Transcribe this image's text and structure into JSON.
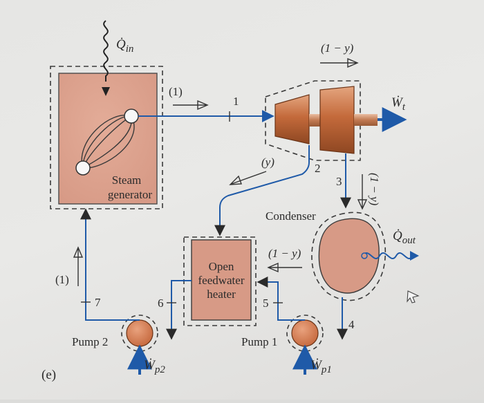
{
  "diagram": {
    "heat_in_label": "Q̇",
    "heat_in_sub": "in",
    "work_out_label": "Ẇ",
    "work_out_sub": "t",
    "heat_out_label": "Q̇",
    "heat_out_sub": "out",
    "steam_generator_line1": "Steam",
    "steam_generator_line2": "generator",
    "condenser_label": "Condenser",
    "heater_line1": "Open",
    "heater_line2": "feedwater",
    "heater_line3": "heater",
    "pump1_label": "Pump 1",
    "pump2_label": "Pump 2",
    "pump1_work_label": "Ẇ",
    "pump1_work_sub": "p1",
    "pump2_work_label": "Ẇ",
    "pump2_work_sub": "p2",
    "state_1": "1",
    "state_2": "2",
    "state_3": "3",
    "state_4": "4",
    "state_5": "5",
    "state_6": "6",
    "state_7": "7",
    "flow_one_top": "(1)",
    "flow_one_left": "(1)",
    "flow_1_minus_y_top": "(1 − y)",
    "flow_y": "(y)",
    "flow_1_minus_y_mid": "(1 − y)",
    "flow_1_minus_y_vertical": "(1 − y)",
    "panel_label": "(e)"
  }
}
